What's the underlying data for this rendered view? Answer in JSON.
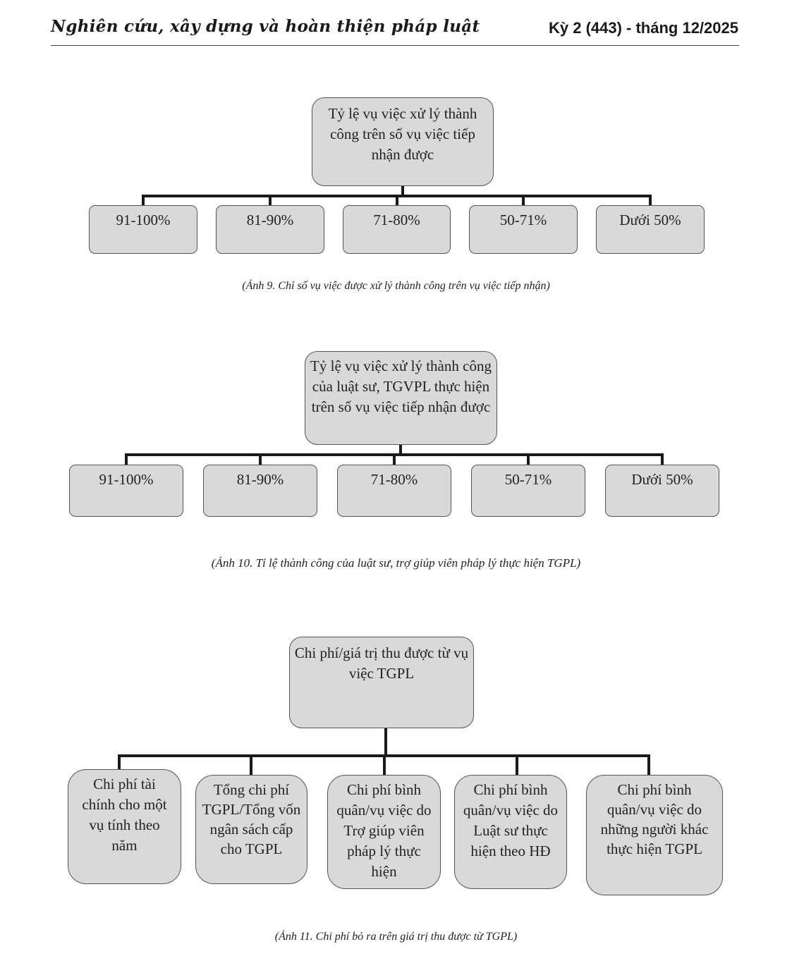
{
  "header": {
    "journal_title": "Nghiên cứu, xây dựng và hoàn thiện pháp luật",
    "issue": "Kỳ 2 (443) - tháng 12/2025"
  },
  "diagrams": [
    {
      "root": "Tỷ lệ vụ việc xử lý thành công trên số vụ việc tiếp nhận được",
      "children": [
        "91-100%",
        "81-90%",
        "71-80%",
        "50-71%",
        "Dưới 50%"
      ],
      "caption": "(Ảnh 9. Chỉ số vụ việc được xử lý thành công trên vụ việc tiếp nhận)"
    },
    {
      "root": "Tỷ lệ vụ việc xử lý thành công của luật sư, TGVPL thực hiện trên số vụ việc tiếp nhận được",
      "children": [
        "91-100%",
        "81-90%",
        "71-80%",
        "50-71%",
        "Dưới 50%"
      ],
      "caption": "(Ảnh 10. Tỉ lệ thành công của luật sư, trợ giúp viên pháp lý thực hiện TGPL)"
    },
    {
      "root": "Chi phí/giá trị thu được từ vụ việc TGPL",
      "children": [
        "Chi phí tài chính cho một vụ tính theo năm",
        "Tổng chi phí TGPL/Tổng vốn ngân sách cấp cho TGPL",
        "Chi phí bình quân/vụ việc do Trợ giúp viên pháp lý thực hiện",
        "Chi phí bình quân/vụ việc do Luật sư thực hiện theo HĐ",
        "Chi phí bình quân/vụ việc do những người khác thực hiện TGPL"
      ],
      "caption": "(Ảnh 11. Chi phí bỏ ra trên giá trị thu được từ TGPL)"
    }
  ]
}
